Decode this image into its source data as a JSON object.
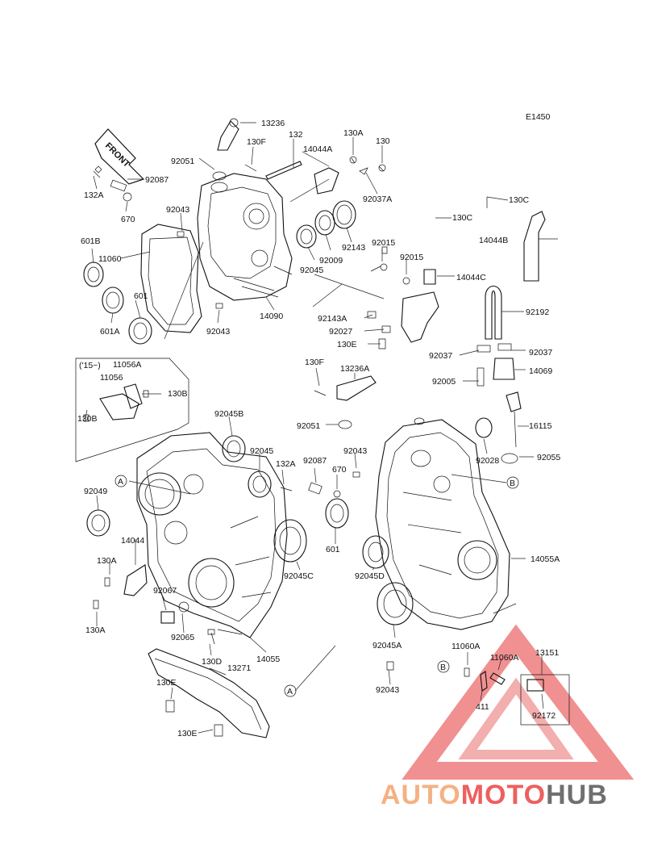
{
  "diagram_code": "E1450",
  "front_label": "FRONT",
  "variant_note": "('15~)",
  "labels": [
    "13236",
    "132",
    "130F",
    "130A",
    "130",
    "14044A",
    "92051",
    "92087",
    "132A",
    "670",
    "92043",
    "92037A",
    "130C",
    "130C",
    "601B",
    "11060",
    "14044B",
    "92015",
    "92015",
    "14044C",
    "92143",
    "92009",
    "92045",
    "601",
    "601A",
    "92043",
    "14090",
    "92143A",
    "92192",
    "92027",
    "130E",
    "92037",
    "92037",
    "130F",
    "13236A",
    "14069",
    "92005",
    "11056A",
    "11056",
    "130B",
    "130B",
    "92045B",
    "16115",
    "92051",
    "92045",
    "92043",
    "92028",
    "92055",
    "132A",
    "92087",
    "670",
    "92049",
    "601",
    "14044",
    "14055A",
    "130A",
    "92045D",
    "92067",
    "130A",
    "92065",
    "92045C",
    "92045A",
    "130D",
    "14055",
    "11060A",
    "11060A",
    "13151",
    "13271",
    "92043",
    "130E",
    "411",
    "92172",
    "130E"
  ],
  "markers": [
    "A",
    "A",
    "B",
    "B"
  ],
  "watermark": {
    "part1": "AUTO",
    "part2": "MOTO",
    "part3": "HUB",
    "colors": {
      "auto": "#f5b183",
      "moto": "#ee5f5f",
      "hub": "#6f6f6f"
    }
  }
}
